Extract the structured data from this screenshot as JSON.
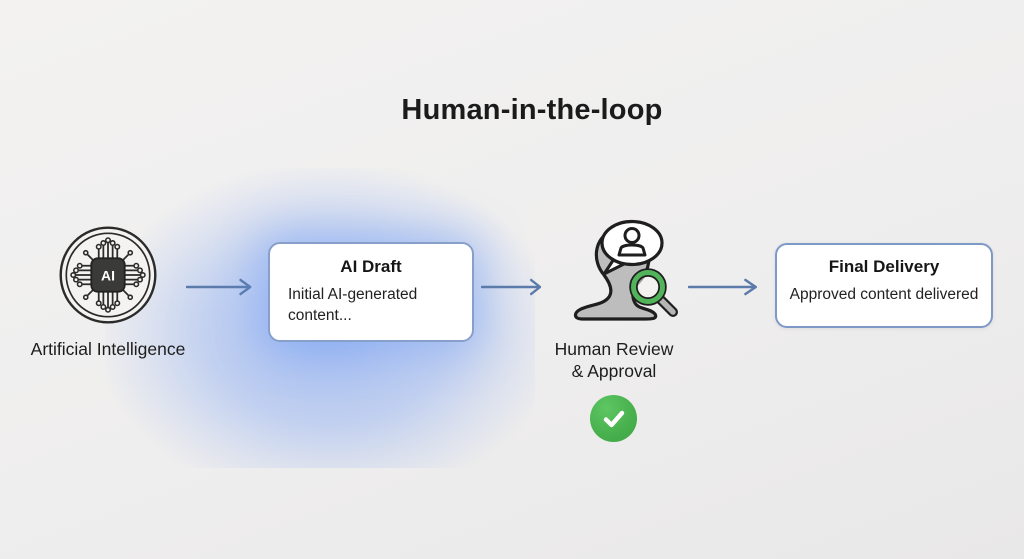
{
  "title": "Human-in-the-loop",
  "flow": {
    "ai": {
      "label": "Artificial Intelligence",
      "chip_text": "AI"
    },
    "draft": {
      "title": "AI Draft",
      "body": "Initial AI-generated content..."
    },
    "review": {
      "label_line1": "Human Review",
      "label_line2": "& Approval"
    },
    "delivery": {
      "title": "Final Delivery",
      "body": "Approved content delivered"
    }
  },
  "icons": {
    "ai": "ai-chip-circuit-icon",
    "review": "human-review-magnifier-icon",
    "approved": "check-circle-icon",
    "arrow": "right-arrow-icon"
  },
  "colors": {
    "background": "#efeeee",
    "text": "#1c1c1c",
    "arrow": "#5b7bab",
    "box_border": "#87a0ca",
    "glow_blue": "#568af5",
    "check_green": "#47b04c",
    "magnifier_green": "#52b45a",
    "head_gray": "#bdbdbd"
  }
}
